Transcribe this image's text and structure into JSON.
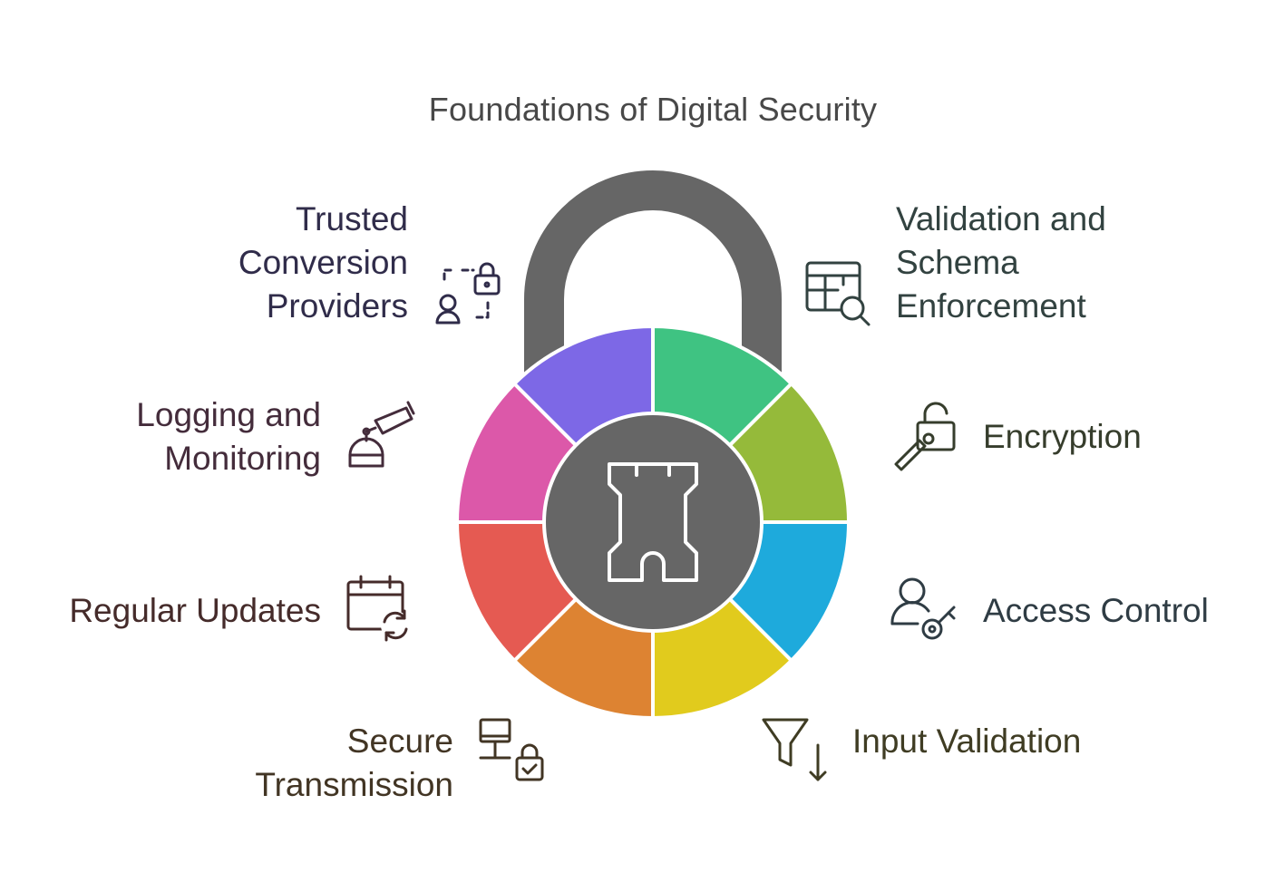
{
  "title": "Foundations of Digital Security",
  "center_icon": "castle-tower-icon",
  "segments": [
    {
      "label_lines": [
        "Validation and",
        "Schema",
        "Enforcement"
      ],
      "color": "#3fc382",
      "icon": "table-search-icon",
      "text_color": "#324240"
    },
    {
      "label_lines": [
        "Encryption"
      ],
      "color": "#95ba3a",
      "icon": "key-unlock-icon",
      "text_color": "#363d2c"
    },
    {
      "label_lines": [
        "Access Control"
      ],
      "color": "#1eaadc",
      "icon": "user-key-icon",
      "text_color": "#2f3c44"
    },
    {
      "label_lines": [
        "Input Validation"
      ],
      "color": "#e1cb1d",
      "icon": "filter-down-icon",
      "text_color": "#3f3c23"
    },
    {
      "label_lines": [
        "Secure",
        "Transmission"
      ],
      "color": "#dd8332",
      "icon": "computer-lock-icon",
      "text_color": "#423524"
    },
    {
      "label_lines": [
        "Regular Updates"
      ],
      "color": "#e55a52",
      "icon": "calendar-refresh-icon",
      "text_color": "#452b2a"
    },
    {
      "label_lines": [
        "Logging and",
        "Monitoring"
      ],
      "color": "#dc58a9",
      "icon": "security-camera-icon",
      "text_color": "#442c3b"
    },
    {
      "label_lines": [
        "Trusted",
        "Conversion",
        "Providers"
      ],
      "color": "#7d68e6",
      "icon": "user-lock-icon",
      "text_color": "#302c4a"
    }
  ],
  "colors": {
    "shackle": "#666666",
    "center": "#666666",
    "outline": "#ffffff"
  }
}
